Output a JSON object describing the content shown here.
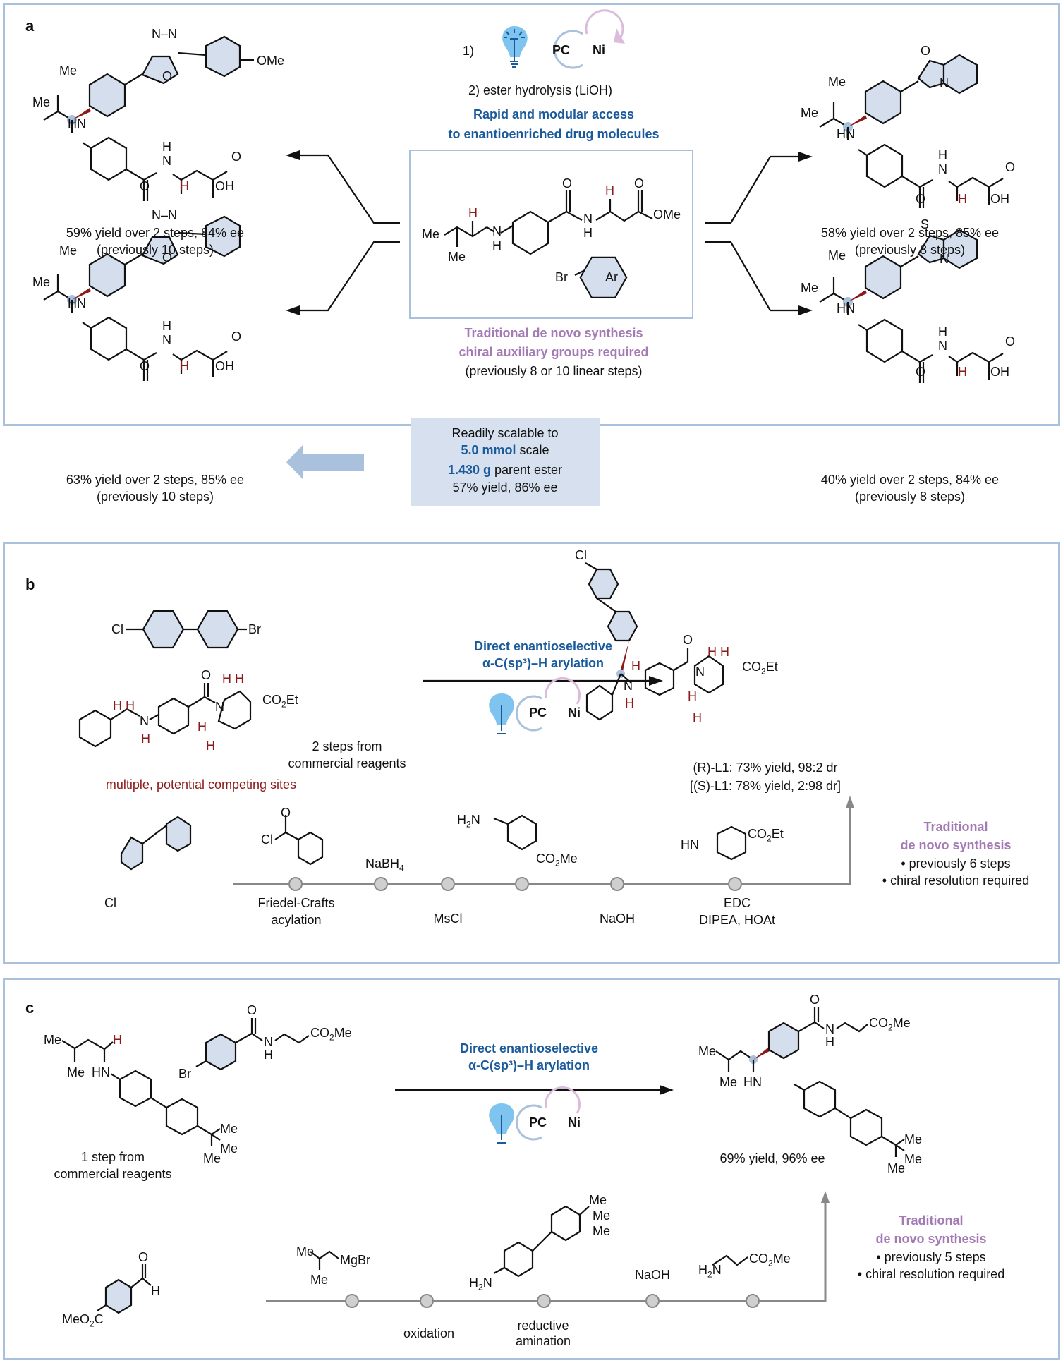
{
  "panel_a": {
    "label": "a",
    "conditions": {
      "step1": "1)",
      "catalyst_pc": "PC",
      "catalyst_ni": "Ni",
      "step2": "2) ester hydrolysis (LiOH)",
      "headline_1": "Rapid and modular access",
      "headline_2": "to enantioenriched drug molecules"
    },
    "substrate": {
      "ome": "OMe",
      "aryl_bromide_br": "Br",
      "aryl_bromide_ar": "Ar"
    },
    "traditional": {
      "line1": "Traditional de novo synthesis",
      "line2": "chiral auxiliary groups required",
      "line3": "(previously 8 or 10 linear steps)"
    },
    "scale_box": {
      "line1": "Readily scalable to",
      "line2_bold": "5.0 mmol",
      "line2_rest": " scale",
      "line3_bold": "1.430 g",
      "line3_rest": " parent ester",
      "line4": "57% yield, 86% ee"
    },
    "products": [
      {
        "name": "oxadiazole-OMe product",
        "yield": "59% yield over 2 steps, 84% ee",
        "previous": "(previously 10 steps)"
      },
      {
        "name": "oxadiazole-phenyl product",
        "yield": "63% yield over 2 steps, 85% ee",
        "previous": "(previously 10 steps)"
      },
      {
        "name": "benzoxazole product",
        "yield": "58% yield over 2 steps, 85% ee",
        "previous": "(previously 8 steps)"
      },
      {
        "name": "benzothiazole product",
        "yield": "40% yield over 2 steps, 84% ee",
        "previous": "(previously 8 steps)"
      }
    ]
  },
  "panel_b": {
    "label": "b",
    "reagent_note_1": "2 steps from",
    "reagent_note_2": "commercial reagents",
    "competing_sites": "multiple, potential competing sites",
    "arrow_label_1": "Direct enantioselective",
    "arrow_label_2": "α-C(sp³)–H arylation",
    "catalyst_pc": "PC",
    "catalyst_ni": "Ni",
    "result_1": "(R)-L1: 73% yield, 98:2 dr",
    "result_2": "[(S)-L1: 78% yield, 2:98 dr]",
    "timeline_reagents": [
      "NaBH₄",
      "H₂N–C₆H₄–CO₂Me",
      "HN-piperidine CO₂Et"
    ],
    "timeline_steps_below": [
      "Friedel-Crafts\nacylation",
      "MsCl",
      "NaOH",
      "EDC\nDIPEA, HOAt"
    ],
    "trad_title_1": "Traditional",
    "trad_title_2": "de novo synthesis",
    "trad_bullet_1": "• previously 6 steps",
    "trad_bullet_2": "• chiral resolution required"
  },
  "panel_c": {
    "label": "c",
    "reagent_note_1": "1 step from",
    "reagent_note_2": "commercial reagents",
    "arrow_label_1": "Direct enantioselective",
    "arrow_label_2": "α-C(sp³)–H arylation",
    "catalyst_pc": "PC",
    "catalyst_ni": "Ni",
    "result": "69% yield, 96% ee",
    "timeline_steps_below": [
      "oxidation",
      "reductive\namination"
    ],
    "timeline_reagent_naoh": "NaOH",
    "trad_title_1": "Traditional",
    "trad_title_2": "de novo synthesis",
    "trad_bullet_1": "• previously 5 steps",
    "trad_bullet_2": "• chiral resolution required"
  },
  "colors": {
    "panel_border": "#a9c1dd",
    "accent_blue": "#1a5a9a",
    "accent_purple": "#a47ab5",
    "h_red": "#8b1a1a",
    "ring_fill": "#d4deed"
  }
}
